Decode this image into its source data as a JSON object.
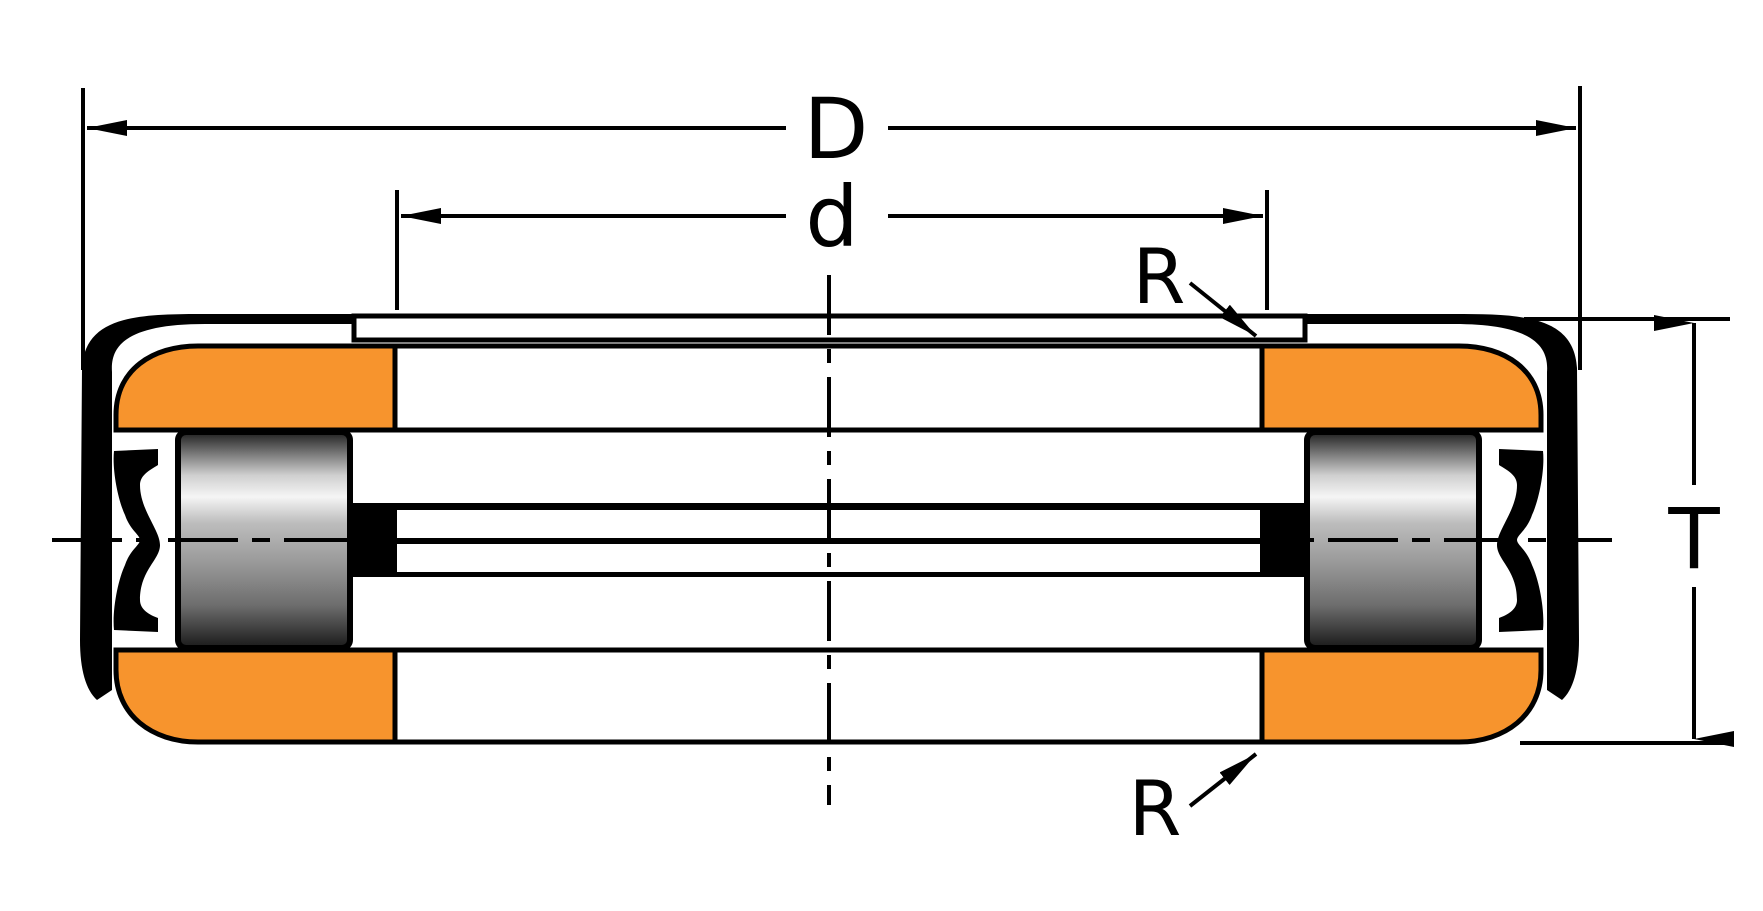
{
  "labels": {
    "outer_diameter": "D",
    "inner_diameter": "d",
    "width": "T",
    "radius_top": "R",
    "radius_bottom": "R"
  },
  "colors": {
    "ring": "#F7942D",
    "outline": "#000000",
    "background": "#FFFFFF",
    "roller_light": "#F2F2F2",
    "roller_dark": "#1E1E1E"
  }
}
